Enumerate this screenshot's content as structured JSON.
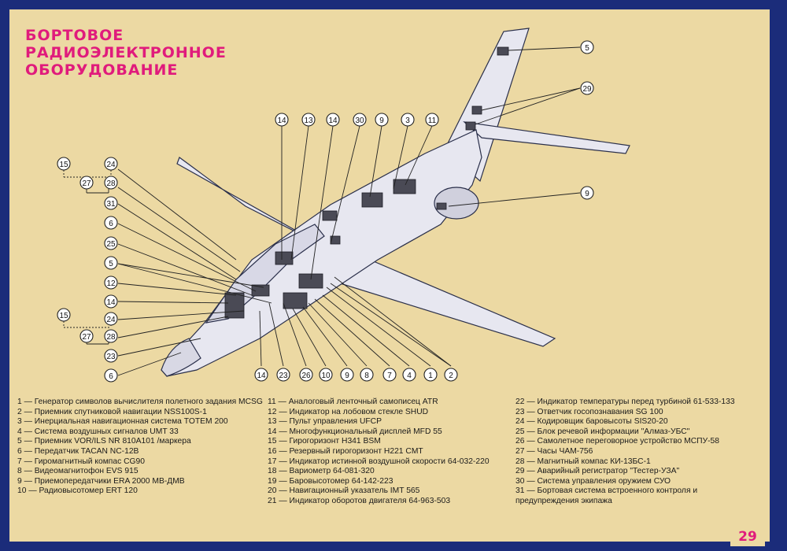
{
  "title": [
    "БОРТОВОЕ",
    "РАДИОЭЛЕКТРОННОЕ",
    "ОБОРУДОВАНИЕ"
  ],
  "page_number": "29",
  "callouts": {
    "c15a": "15",
    "c24a": "24",
    "c27a": "27",
    "c28a": "28",
    "c31": "31",
    "c6a": "6",
    "c25": "25",
    "c5a": "5",
    "c12": "12",
    "c14a": "14",
    "c15b": "15",
    "c24b": "24",
    "c27b": "27",
    "c28b": "28",
    "c23a": "23",
    "c6b": "6",
    "t14a": "14",
    "t13": "13",
    "t14b": "14",
    "t30": "30",
    "t9": "9",
    "t3": "3",
    "t11": "11",
    "r5": "5",
    "r29": "29",
    "r9": "9",
    "b14": "14",
    "b23": "23",
    "b26": "26",
    "b10": "10",
    "b9": "9",
    "b8": "8",
    "b7": "7",
    "b4": "4",
    "b1": "1",
    "b2": "2"
  },
  "legend": {
    "col1": [
      "1 — Генератор символов вычислителя полетного задания MCSG",
      "2 — Приемник спутниковой навигации NSS100S-1",
      "3 — Инерциальная навигационная система TOTEM 200",
      "4 — Система воздушных сигналов UMT 33",
      "5 — Приемник VOR/ILS NR 810A101 /маркера",
      "6 — Передатчик TACAN NC-12B",
      "7 — Гиромагнитный компас CG90",
      "8 — Видеомагнитофон EVS 915",
      "9 — Приемопередатчики ERA 2000 МВ-ДМВ",
      "10 — Радиовысотомер ERT 120"
    ],
    "col2": [
      "11 — Аналоговый ленточный самописец ATR",
      "12 — Индикатор на лобовом стекле SHUD",
      "13 — Пульт управления UFCP",
      "14 — Многофункциональный дисплей MFD 55",
      "15 — Гирогоризонт Н341 BSM",
      "16 — Резервный гирогоризонт Н221 CMT",
      "17 — Индикатор истинной воздушной скорости 64-032-220",
      "18 — Вариометр 64-081-320",
      "19 — Баровысотомер 64-142-223",
      "20 — Навигационный указатель IMT 565",
      "21 — Индикатор оборотов двигателя 64-963-503"
    ],
    "col3": [
      "22 — Индикатор температуры перед турбиной 61-533-133",
      "23 — Ответчик госопознавания SG 100",
      "24 — Кодировщик баровысоты SIS20-20",
      "25 — Блок речевой информации \"Алмаз-УБС\"",
      "26 — Самолетное переговорное устройство МСПУ-58",
      "27 — Часы ЧАМ-756",
      "28 — Магнитный компас КИ-13БС-1",
      "29 — Аварийный регистратор \"Тестер-УЗА\"",
      "30 — Система управления оружием СУО",
      "31 — Бортовая система встроенного контроля и предупреждения экипажа"
    ]
  },
  "colors": {
    "border": "#1b2c7a",
    "background": "#ecd9a3",
    "title": "#e01b7c",
    "aircraft": "#e7e7f0"
  }
}
